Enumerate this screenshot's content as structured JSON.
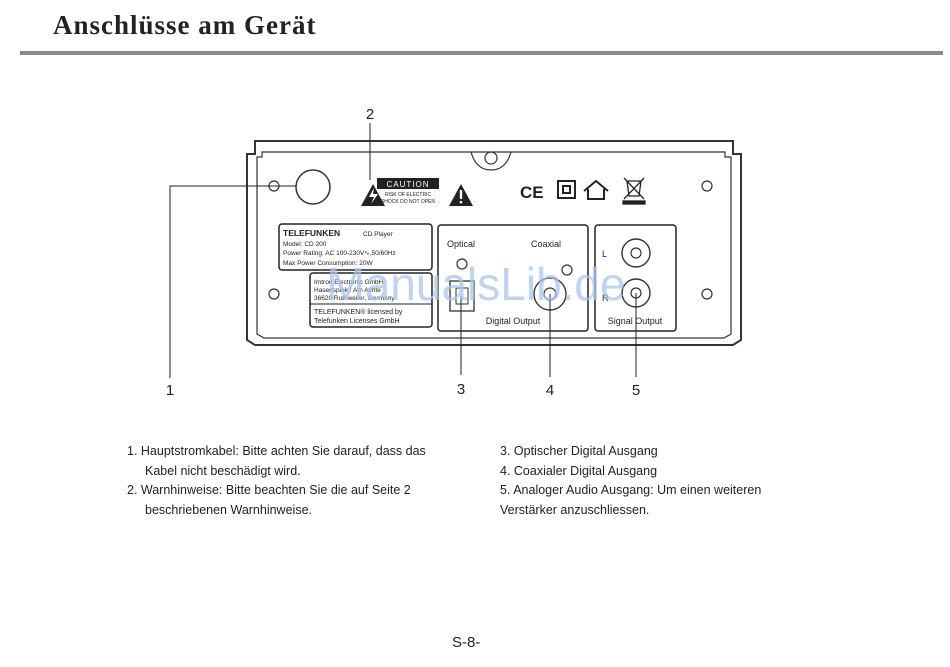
{
  "heading": "Anschlüsse am Gerät",
  "callouts": [
    "1",
    "2",
    "3",
    "4",
    "5"
  ],
  "panel": {
    "caution": "CAUTION",
    "caution_sub1": "RISK OF ELECTRIC",
    "caution_sub2": "SHOCK DO NOT OPEN",
    "ce_mark": "CE",
    "rating_brand": "TELEFUNKEN",
    "rating_product": "CD Player",
    "rating_model": "Model:  CD 200",
    "rating_power": "Power Rating:  AC 100-230V∿,50/60Hz",
    "rating_consumption": "Max Power Consumption:  20W",
    "maker_line1": "Imtron Electronic GmbH",
    "maker_line2": "Hasenspiek / Am Achte",
    "maker_line3": "36620 Ruthweiler, Germany",
    "license_line1": "TELEFUNKEN® licensed by",
    "license_line2": "Telefunken Licenses GmbH",
    "optical_label": "Optical",
    "coaxial_label": "Coaxial",
    "digital_output_label": "Digital  Output",
    "channel_l": "L",
    "channel_r": "R",
    "signal_output_label": "Signal  Output"
  },
  "legend": {
    "item1_line1": "1.  Hauptstromkabel: Bitte achten Sie darauf, dass das",
    "item1_line2": "Kabel nicht beschädigt wird.",
    "item2_line1": "2.  Warnhinweise: Bitte beachten Sie die auf Seite 2",
    "item2_line2": "beschriebenen Warnhinweise.",
    "item3": "3. Optischer Digital Ausgang",
    "item4": "4. Coaxialer Digital Ausgang",
    "item5_line1": "5. Analoger Audio Ausgang: Um einen weiteren",
    "item5_line2": "Verstärker anzuschliessen."
  },
  "watermark": "ManualsLib.de",
  "page_number": "S-8-"
}
